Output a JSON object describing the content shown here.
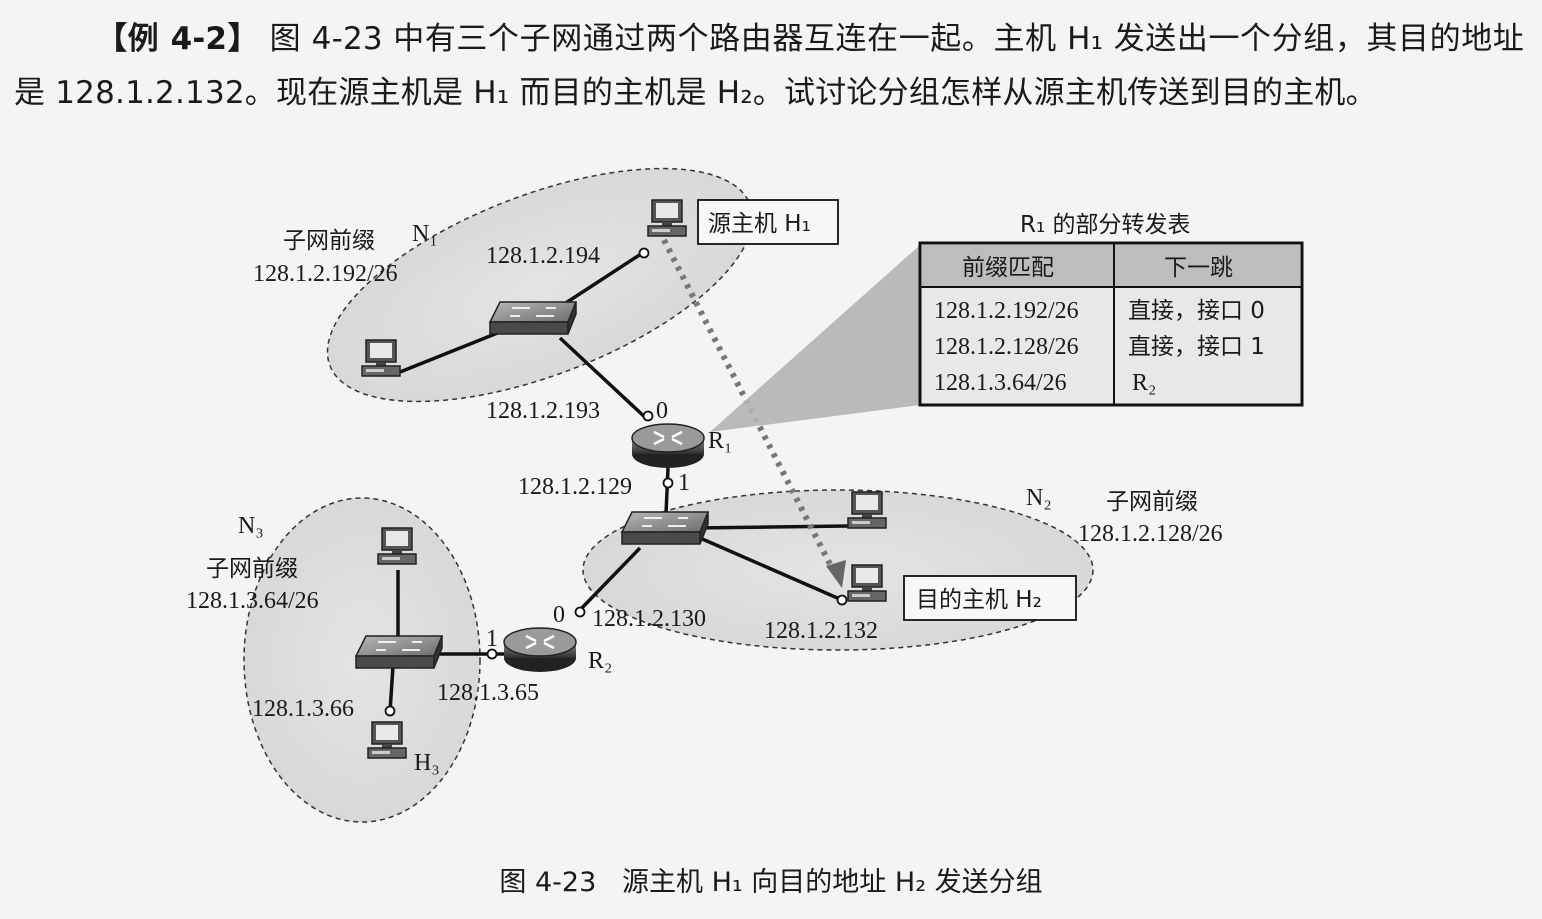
{
  "text": {
    "example_tag": "【例 4-2】",
    "paragraph": "图 4-23 中有三个子网通过两个路由器互连在一起。主机 H₁ 发送出一个分组，其目的地址是 128.1.2.132。现在源主机是 H₁ 而目的主机是 H₂。试讨论分组怎样从源主机传送到目的主机。"
  },
  "figure": {
    "caption_num": "图 4-23",
    "caption_text": "源主机 H₁ 向目的地址 H₂ 发送分组",
    "networks": {
      "n1": {
        "name": "N₁",
        "prefix_label": "子网前缀",
        "prefix": "128.1.2.192/26"
      },
      "n2": {
        "name": "N₂",
        "prefix_label": "子网前缀",
        "prefix": "128.1.2.128/26"
      },
      "n3": {
        "name": "N₃",
        "prefix_label": "子网前缀",
        "prefix": "128.1.3.64/26"
      }
    },
    "hosts": {
      "h1_box": "源主机 H₁",
      "h2_box": "目的主机 H₂",
      "h3": "H₃"
    },
    "routers": {
      "r1": "R₁",
      "r2": "R₂"
    },
    "interfaces": {
      "r1_if0_num": "0",
      "r1_if1_num": "1",
      "r2_if0_num": "0",
      "r2_if1_num": "1"
    },
    "ips": {
      "h1": "128.1.2.194",
      "r1_if0": "128.1.2.193",
      "r1_if1": "128.1.2.129",
      "r2_if0": "128.1.2.130",
      "h2": "128.1.2.132",
      "r2_if1": "128.1.3.65",
      "h3": "128.1.3.66"
    },
    "forwarding_table": {
      "title": "R₁ 的部分转发表",
      "headers": [
        "前缀匹配",
        "下一跳"
      ],
      "rows": [
        [
          "128.1.2.192/26",
          "直接，接口 0"
        ],
        [
          "128.1.2.128/26",
          "直接，接口 1"
        ],
        [
          "128.1.3.64/26",
          "R₂"
        ]
      ]
    }
  }
}
